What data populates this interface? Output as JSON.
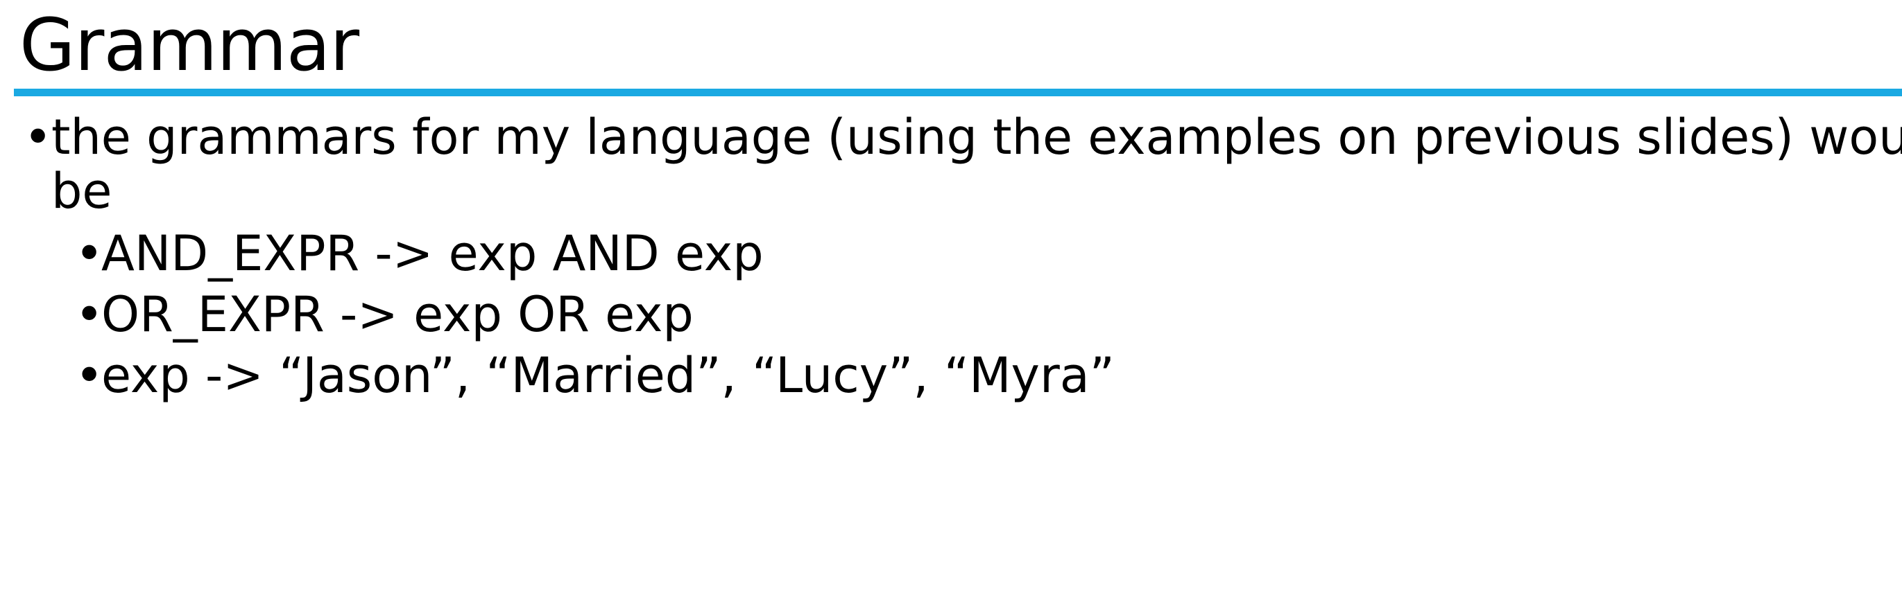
{
  "slide": {
    "title": "Grammar",
    "accent_color": "#1ba9e2",
    "bullets": [
      {
        "line1": "the grammars for my language (using the examples on previous slides) would",
        "line2": "be",
        "children": [
          "AND_EXPR -> exp AND exp",
          "OR_EXPR -> exp OR exp",
          "exp -> “Jason”, “Married”, “Lucy”, “Myra”"
        ]
      }
    ],
    "bullet_glyph": "•"
  }
}
